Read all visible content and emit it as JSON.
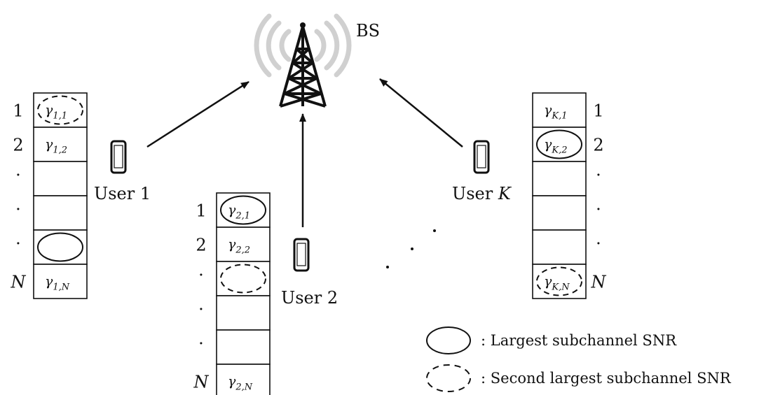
{
  "bs_label": "BS",
  "users": [
    {
      "label_text": "User 1",
      "rows": [
        {
          "index": "1",
          "gamma": "γ",
          "sub": "1,1",
          "mark": "second"
        },
        {
          "index": "2",
          "gamma": "γ",
          "sub": "1,2",
          "mark": ""
        },
        {
          "index": "·",
          "gamma": "",
          "sub": "",
          "mark": ""
        },
        {
          "index": "·",
          "gamma": "",
          "sub": "",
          "mark": ""
        },
        {
          "index": "·",
          "gamma": "",
          "sub": "",
          "mark": "largest"
        },
        {
          "index": "N",
          "gamma": "γ",
          "sub": "1,N",
          "mark": ""
        }
      ]
    },
    {
      "label_text": "User 2",
      "rows": [
        {
          "index": "1",
          "gamma": "γ",
          "sub": "2,1",
          "mark": "largest"
        },
        {
          "index": "2",
          "gamma": "γ",
          "sub": "2,2",
          "mark": ""
        },
        {
          "index": "·",
          "gamma": "",
          "sub": "",
          "mark": "second"
        },
        {
          "index": "·",
          "gamma": "",
          "sub": "",
          "mark": ""
        },
        {
          "index": "·",
          "gamma": "",
          "sub": "",
          "mark": ""
        },
        {
          "index": "N",
          "gamma": "γ",
          "sub": "2,N",
          "mark": ""
        }
      ]
    },
    {
      "label_text": "User ",
      "label_italic": "K",
      "rows": [
        {
          "index": "1",
          "gamma": "γ",
          "sub": "K,1",
          "mark": ""
        },
        {
          "index": "2",
          "gamma": "γ",
          "sub": "K,2",
          "mark": "largest"
        },
        {
          "index": "·",
          "gamma": "",
          "sub": "",
          "mark": ""
        },
        {
          "index": "·",
          "gamma": "",
          "sub": "",
          "mark": ""
        },
        {
          "index": "·",
          "gamma": "",
          "sub": "",
          "mark": ""
        },
        {
          "index": "N",
          "gamma": "γ",
          "sub": "K,N",
          "mark": "second"
        }
      ]
    }
  ],
  "legend": {
    "largest": ": Largest subchannel SNR",
    "second": ": Second largest subchannel SNR"
  },
  "colors": {
    "ink": "#111111",
    "wave": "#d0d0d0"
  }
}
